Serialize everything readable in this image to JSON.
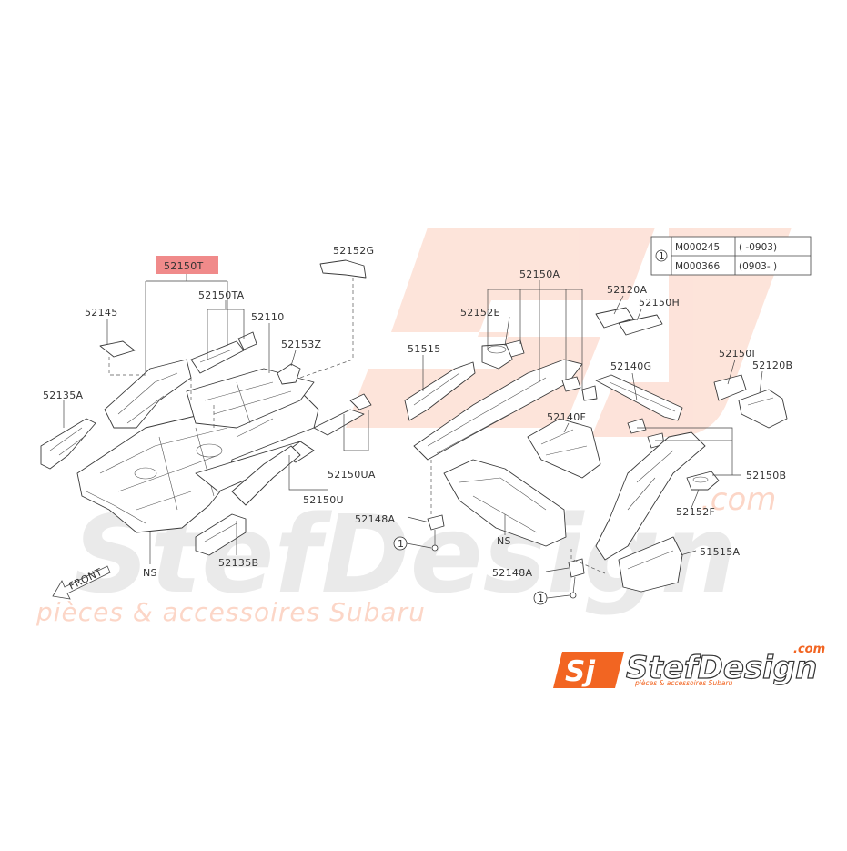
{
  "diagram": {
    "highlight_color": "#f08a8a",
    "accent": "#f26522",
    "parts": {
      "p52150T": "52150T",
      "p52150TA": "52150TA",
      "p52145": "52145",
      "p52110": "52110",
      "p52153Z": "52153Z",
      "p52152G": "52152G",
      "p52135A": "52135A",
      "p52150UA": "52150UA",
      "p52150U": "52150U",
      "p52135B": "52135B",
      "ns_left": "NS",
      "front": "FRONT",
      "p52150A": "52150A",
      "p52152E": "52152E",
      "p51515": "51515",
      "p52120A": "52120A",
      "p52150H": "52150H",
      "p52140G": "52140G",
      "p52150I": "52150I",
      "p52120B": "52120B",
      "p52140F": "52140F",
      "p52150B": "52150B",
      "p52152F": "52152F",
      "p52148A_1": "52148A",
      "ns_center": "NS",
      "p52148A_2": "52148A",
      "p51515A": "51515A",
      "callout_1a": "1",
      "callout_1b": "1",
      "table_callout": "1"
    },
    "table": {
      "rows": [
        {
          "code": "M000245",
          "range": "(   -0903)"
        },
        {
          "code": "M000366",
          "range": "(0903-   )"
        }
      ]
    }
  },
  "watermark": {
    "brand": "StefDesign",
    "tagline": "pièces & accessoires Subaru",
    "dotcom": ".com"
  },
  "logo": {
    "mark": "Sj",
    "brand": "StefDesign",
    "dotcom": ".com",
    "tagline": "pièces & accessoires Subaru"
  }
}
